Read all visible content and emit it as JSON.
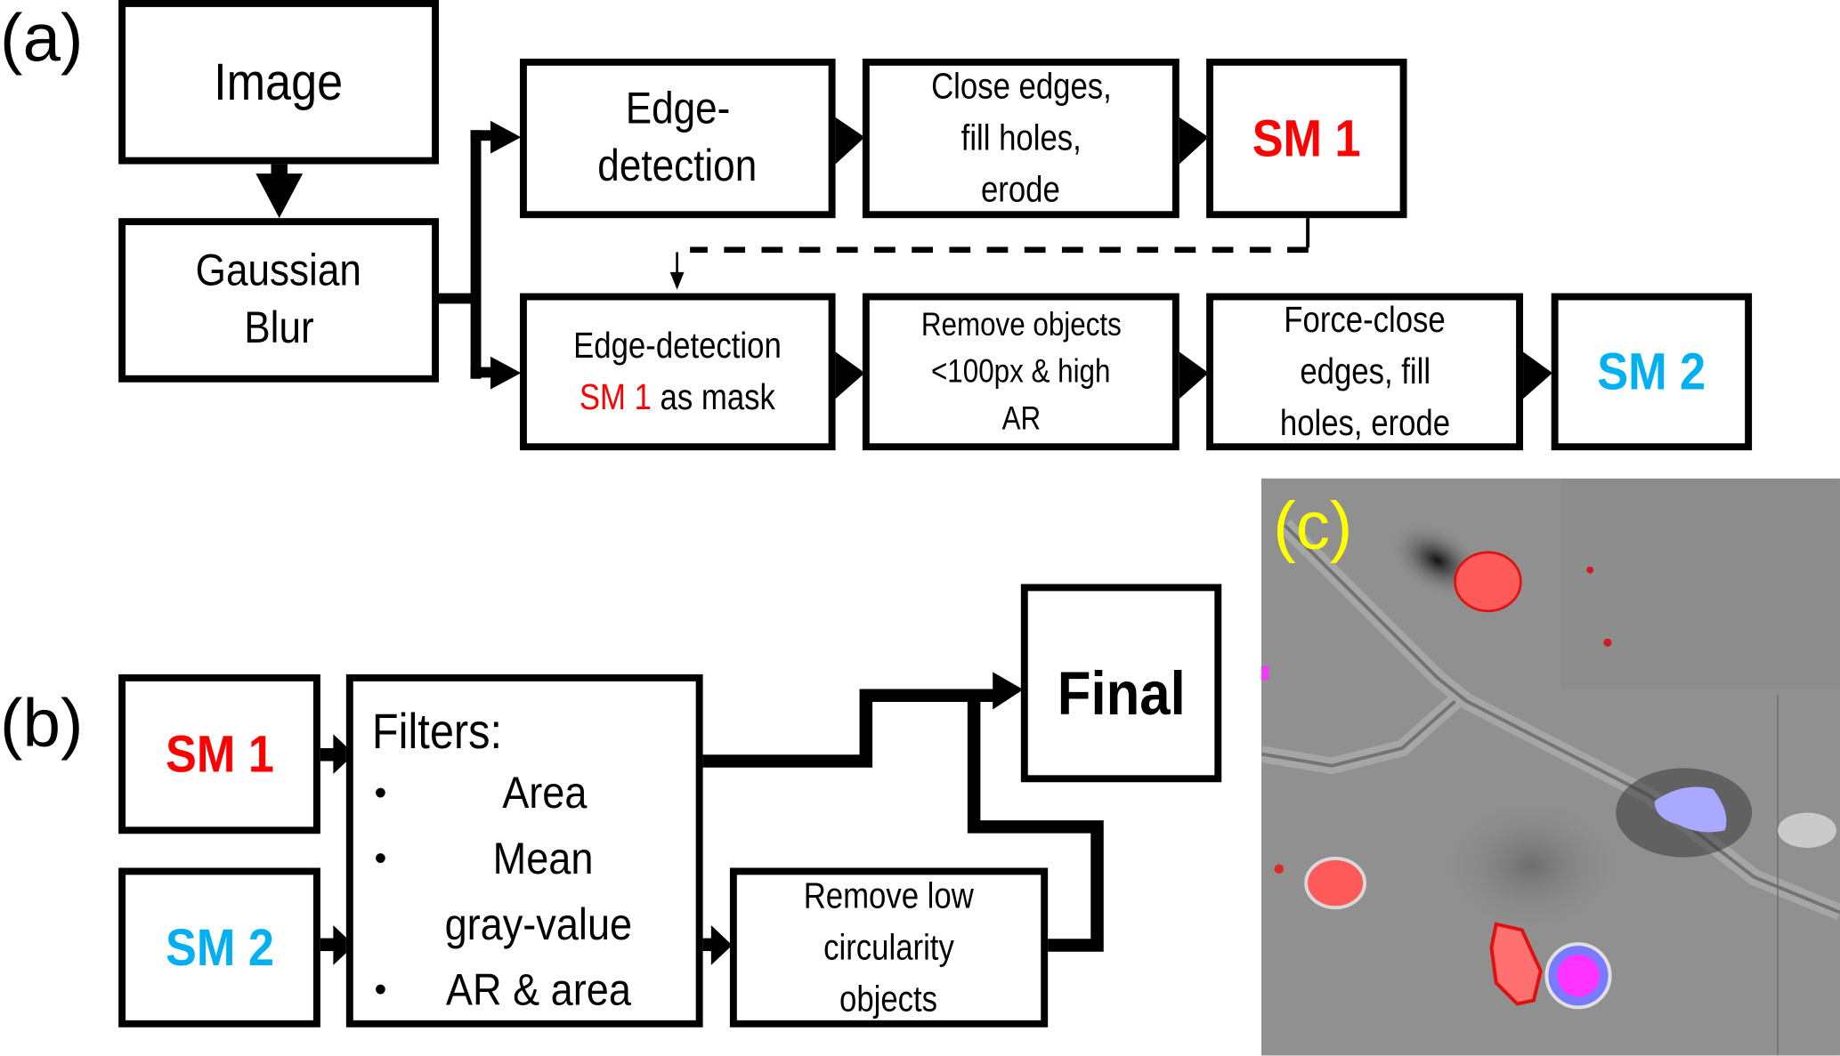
{
  "figure": {
    "panels": {
      "a": {
        "label": "(a)",
        "image_box": "Image",
        "gaussian_box": [
          "Gaussian",
          "Blur"
        ],
        "row1": {
          "edge_box": [
            "Edge-",
            "detection"
          ],
          "close_box": [
            "Close edges,",
            "fill holes,",
            "erode"
          ],
          "sm1_box": "SM 1"
        },
        "row2": {
          "edge_mask_box": {
            "line1": "Edge-detection",
            "highlight": "SM 1",
            "rest": " as mask"
          },
          "remove_box": [
            "Remove objects",
            "<100px & high",
            "AR"
          ],
          "force_box": [
            "Force-close",
            "edges, fill",
            "holes, erode"
          ],
          "sm2_box": "SM 2"
        }
      },
      "b": {
        "label": "(b)",
        "sm1_box": "SM 1",
        "sm2_box": "SM 2",
        "filters_box": {
          "header": "Filters:",
          "items": [
            "Area",
            "Mean",
            "gray-value",
            "AR & area"
          ],
          "bullet": "•"
        },
        "remove_low_box": [
          "Remove low",
          "circularity",
          "objects"
        ],
        "final_box": "Final"
      },
      "c": {
        "label": "(c)",
        "description": "Microscopy image with segmented object overlays"
      }
    },
    "colors": {
      "sm1": "#ff0000",
      "sm2": "#00b0f0",
      "panel_c_label": "#ffff00",
      "overlay_red": "#ff5a5a",
      "overlay_lavender": "#a9a9ff",
      "overlay_magenta": "#ff33ff"
    }
  }
}
